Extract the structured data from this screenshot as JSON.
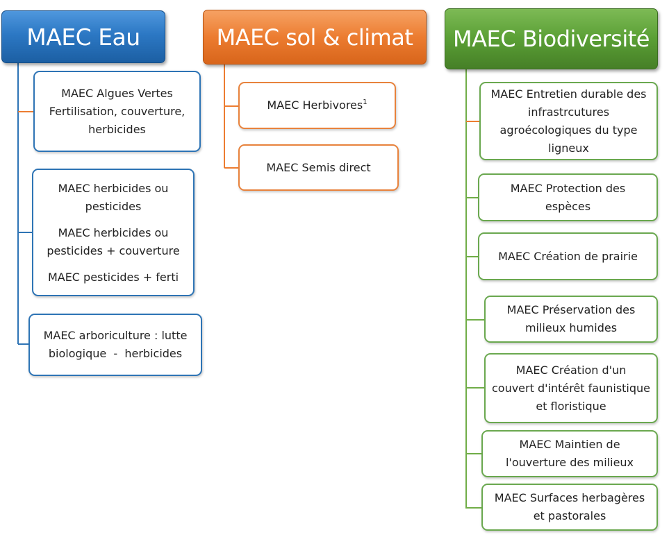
{
  "columns": {
    "eau": {
      "title": "MAEC Eau",
      "boxes": [
        {
          "lines": [
            "MAEC Algues Vertes",
            "Fertilisation, couverture,",
            "herbicides"
          ]
        },
        {
          "lines": [
            "MAEC herbicides ou",
            "pesticides",
            "MAEC herbicides ou",
            "pesticides + couverture",
            "MAEC pesticides + ferti"
          ]
        },
        {
          "lines": [
            "MAEC arboriculture : lutte",
            "biologique  -  herbicides"
          ]
        }
      ]
    },
    "sol": {
      "title": "MAEC sol & climat",
      "boxes": [
        {
          "text": "MAEC Herbivores",
          "sup": "1"
        },
        {
          "text": "MAEC Semis direct"
        }
      ]
    },
    "bio": {
      "title": "MAEC Biodiversité",
      "boxes": [
        {
          "lines": [
            "MAEC Entretien durable des",
            "infrastrcutures",
            "agroécologiques du type",
            "ligneux"
          ]
        },
        {
          "lines": [
            "MAEC Protection des",
            "espèces"
          ]
        },
        {
          "lines": [
            "MAEC Création de prairie"
          ]
        },
        {
          "lines": [
            "MAEC Préservation des",
            "milieux humides"
          ]
        },
        {
          "lines": [
            "MAEC Création d'un",
            "couvert d'intérêt faunistique",
            "et floristique"
          ]
        },
        {
          "lines": [
            "MAEC Maintien de",
            "l'ouverture des milieux"
          ]
        },
        {
          "lines": [
            "MAEC Surfaces herbagères",
            "et pastorales"
          ]
        }
      ]
    }
  },
  "colors": {
    "eau": "#2e74b5",
    "sol": "#ed7d31",
    "bio": "#70ad47"
  }
}
